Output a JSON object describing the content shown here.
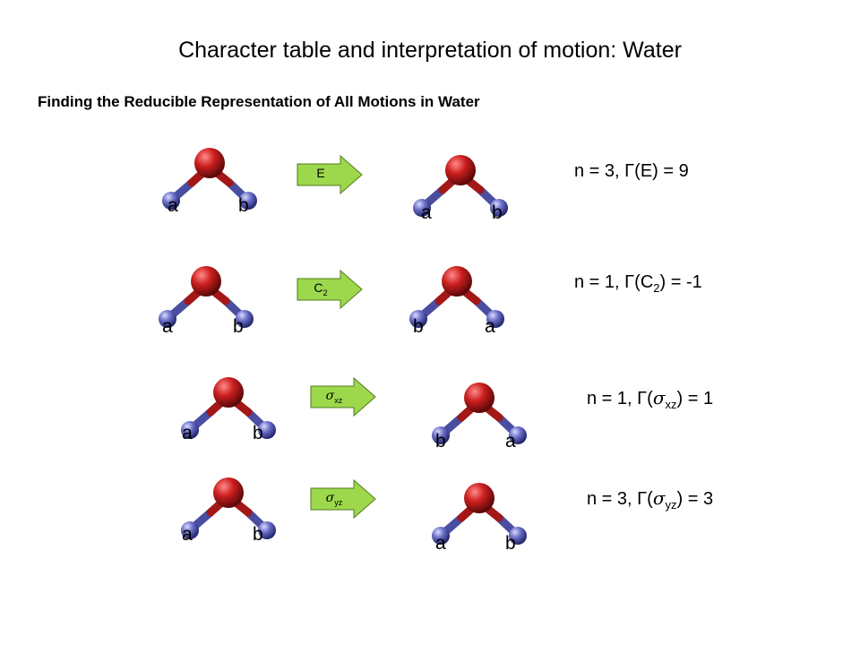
{
  "title": "Character table and interpretation of motion: Water",
  "subtitle": "Finding the Reducible Representation of All Motions in Water",
  "colors": {
    "oxygen": "#cc1f1f",
    "hydrogen": "#6b6fc8",
    "bond_red": "#a31717",
    "bond_blue": "#4a4ea0",
    "arrow_fill": "#9dd84c",
    "arrow_stroke": "#4f7a1d"
  },
  "operations": [
    {
      "id": "E",
      "op": {
        "main": "E",
        "sub": ""
      },
      "before_labels": [
        "a",
        "b"
      ],
      "after_labels": [
        "a",
        "b"
      ],
      "result": {
        "prefix": "n = 3, Γ(",
        "main": "E",
        "sub": "",
        "suffix": ") = 9"
      }
    },
    {
      "id": "C2",
      "op": {
        "main": "C",
        "sub": "2"
      },
      "before_labels": [
        "a",
        "b"
      ],
      "after_labels": [
        "b",
        "a"
      ],
      "result": {
        "prefix": "n = 1, Γ(",
        "main": "C",
        "sub": "2",
        "suffix": ") = -1"
      }
    },
    {
      "id": "sigma_xz",
      "op": {
        "main": "σ",
        "sub": "xz"
      },
      "before_labels": [
        "a",
        "b"
      ],
      "after_labels": [
        "b",
        "a"
      ],
      "result": {
        "prefix": "n = 1, Γ(",
        "main": "σ",
        "sub": "xz",
        "suffix": ") = 1"
      }
    },
    {
      "id": "sigma_yz",
      "op": {
        "main": "σ",
        "sub": "yz"
      },
      "before_labels": [
        "a",
        "b"
      ],
      "after_labels": [
        "a",
        "b"
      ],
      "result": {
        "prefix": "n = 3, Γ(",
        "main": "σ",
        "sub": "yz",
        "suffix": ") = 3"
      }
    }
  ]
}
